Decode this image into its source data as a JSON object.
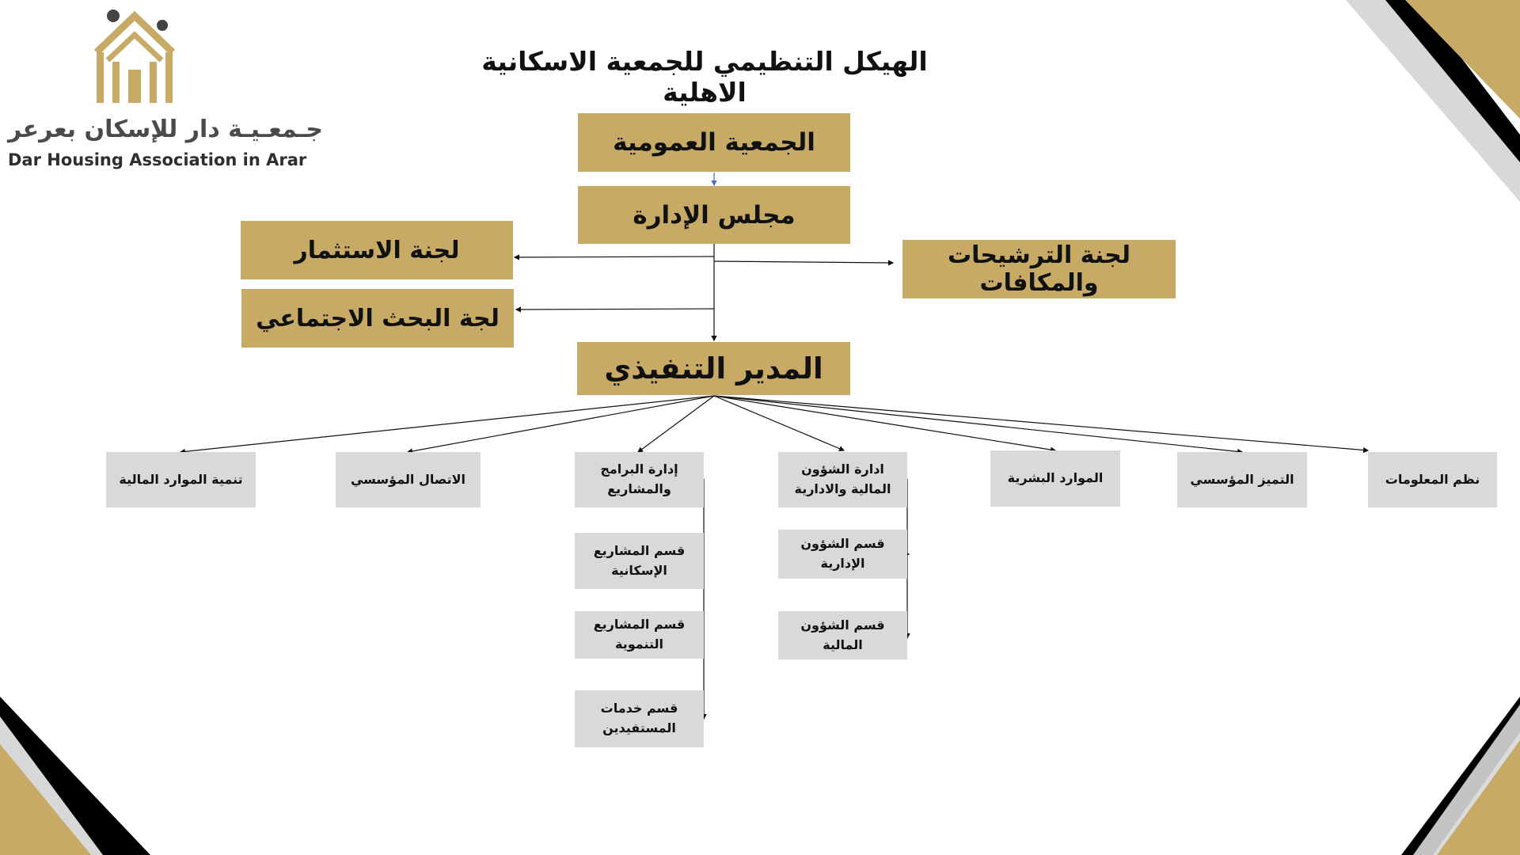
{
  "title": "الهيكل التنظيمي للجمعية الاسكانية الاهلية",
  "logo": {
    "arabic_name": "جـمعـيـة دار للإسكان بعرعر",
    "english_name": "Dar Housing Association in Arar",
    "icon": "house-pillars-icon"
  },
  "colors": {
    "gold": "#c6aa66",
    "grey": "#d9d9d9",
    "black": "#000000",
    "light_grey": "#d8d8d8"
  },
  "nodes": {
    "general_assembly": "الجمعية العمومية",
    "board": "مجلس الإدارة",
    "investment_committee": "لجنة الاستثمار",
    "social_research_committee": "لجة البحث الاجتماعي",
    "nominations_committee": "لجنة الترشيحات والمكافات",
    "executive_director": "المدير التنفيذي"
  },
  "departments": {
    "financial_resources": "تنمية الموارد المالية",
    "corporate_communication": "الاتصال المؤسسي",
    "programs_projects": "إدارة البرامج والمشاريع",
    "financial_admin_affairs": "ادارة الشؤون المالية والادارية",
    "human_resources": "الموارد البشرية",
    "institutional_excellence": "التميز المؤسسي",
    "information_systems": "نظم المعلومات"
  },
  "sub_departments": {
    "housing_projects": "قسم المشاريع الإسكانية",
    "development_projects": "قسم المشاريع التنموية",
    "beneficiary_services": "قسم خدمات المستفيدين",
    "administrative_affairs": "قسم الشؤون الإدارية",
    "financial_affairs": "قسم الشؤون المالية"
  }
}
